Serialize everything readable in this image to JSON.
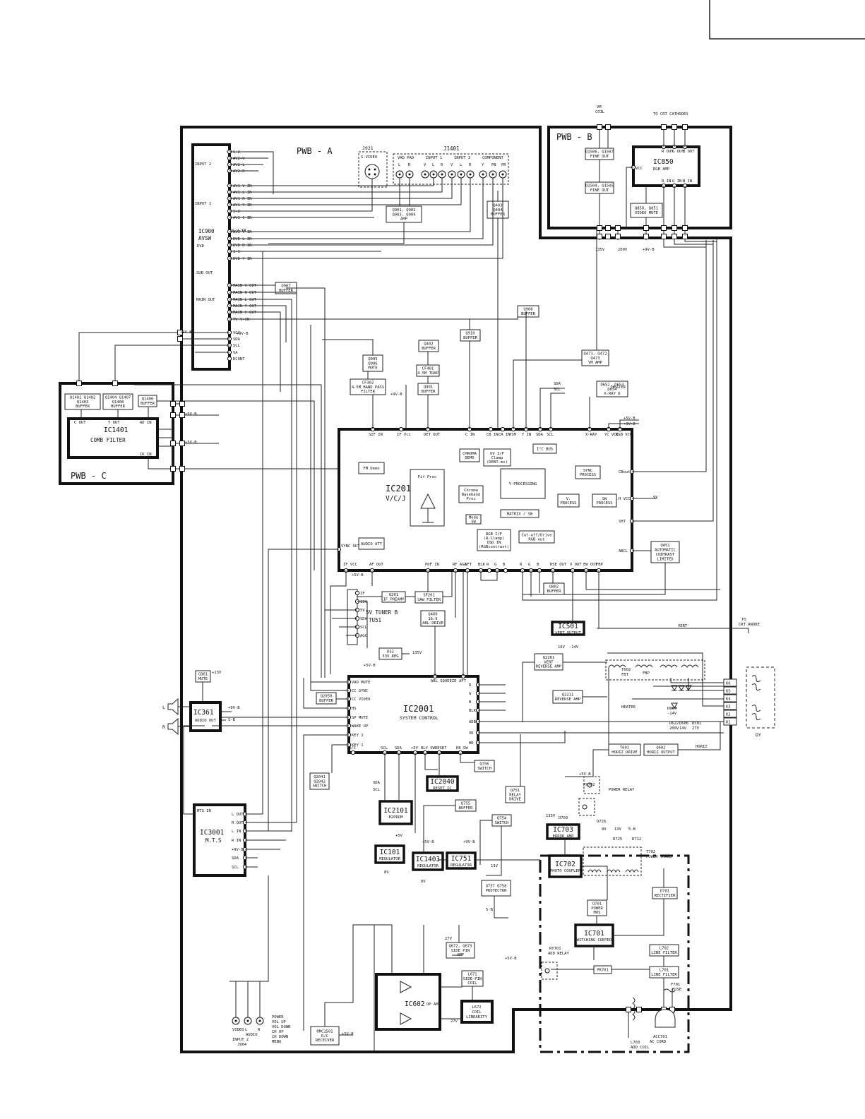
{
  "boards": {
    "pwb_a": "PWB - A",
    "pwb_b": "PWB - B",
    "pwb_c": "PWB - C"
  },
  "ics": {
    "ic900": [
      "IC900",
      "AVSW"
    ],
    "ic1401": [
      "IC1401",
      "COMB FILTER"
    ],
    "ic850": [
      "IC850",
      "RGB AMP"
    ],
    "ic201": [
      "IC201",
      "V/C/J"
    ],
    "ic2001": [
      "IC2001",
      "SYSTEM CONTROL"
    ],
    "ic361": [
      "IC361",
      "AUDIO OUT"
    ],
    "ic3001": [
      "IC3001",
      "M.T.S"
    ],
    "ic2101": [
      "IC2101",
      "E2PROM"
    ],
    "ic2040": [
      "IC2040",
      "RESET IC"
    ],
    "ic101": [
      "IC101",
      "REGULATOR"
    ],
    "ic1403": [
      "IC1403",
      "REGULATOR"
    ],
    "ic751": [
      "IC751",
      "REGULATOR"
    ],
    "ic501": [
      "IC501",
      "VERT OUTPUT"
    ],
    "ic703": [
      "IC703",
      "ERROR AMP"
    ],
    "ic702": [
      "IC702",
      "PHOTO COUPLER"
    ],
    "ic701": [
      "IC701",
      "SWITCHING CONTROL"
    ],
    "ic602": [
      "IC602",
      "OP AMP"
    ]
  },
  "ic201_blocks": {
    "fm_demo": "FM Demo",
    "pif_proc": "Pif Proc",
    "chroma_demo": [
      "CHROMA",
      "DEMO"
    ],
    "uv_if": [
      "UV I/F",
      "Clamp",
      "(DEBT-ms)"
    ],
    "chroma_baseband": [
      "Chroma",
      "Baseband",
      "Proc"
    ],
    "y_processing": "Y-PROCESSING",
    "matrix_sw": "MATRIX / SW",
    "mode_sw": [
      "Mode",
      "SW"
    ],
    "rgb_if": [
      "RGB I/F",
      "(R-Clamp)",
      "OSD IN",
      "(RGBcontrast)"
    ],
    "cutoff_drive": [
      "Cut-off/Drive",
      "RGB out"
    ],
    "i2c_bus": "I²C BUS",
    "sync_process": [
      "SYNC",
      "PROCESS"
    ],
    "v_process": [
      "V.",
      "PROCESS"
    ],
    "sw_process": [
      "SW",
      "PROCESS"
    ],
    "audio_att": "AUDIO ATT"
  },
  "ic201_pins_top": [
    "SIF IN",
    "IF Vcc",
    "DET OUT",
    "C IN",
    "CB IN",
    "CR IN",
    "YSM",
    "Y IN",
    "SDA",
    "SCL",
    "X-RAY",
    "YC VCC",
    "RGB VCC"
  ],
  "ic201_pins_bottom": [
    "IF VCC",
    "AF OUT",
    "PDF IN",
    "RF AGC",
    "AFT",
    "BLK",
    "R",
    "G",
    "B",
    "R",
    "G",
    "B",
    "HSE OUT",
    "V OUT",
    "EW OUT",
    "FBP"
  ],
  "ic201_pins_left": [
    "SYNC OUT"
  ],
  "ic201_pins_right": [
    "CBout",
    "H VCC",
    "SHT",
    "ABCL",
    "5V"
  ],
  "ic900_pins": [
    "S-2",
    "AV2-V",
    "AV2-L",
    "AV2-R",
    "AV1 V IN",
    "AV1 L IN",
    "AV1 R IN",
    "AV1 Y IN",
    "S-2",
    "AV1 C IN",
    "AV3 V IN",
    "DVD L IN",
    "DVD R IN",
    "S-1",
    "DVD Y IN",
    "MAIN V OUT",
    "MAIN R OUT",
    "MAIN L OUT",
    "MAIN Y OUT",
    "MAIN C OUT",
    "TV V-IN",
    "VCC",
    "SDA",
    "SCL",
    "VA",
    "DCONT"
  ],
  "ic900_groups": [
    "INPUT 2",
    "INPUT 1",
    "DVD",
    "SUB OUT",
    "MAIN OUT"
  ],
  "ic1401_pins": [
    "C OUT",
    "Y OUT",
    "AD IN",
    "CK IN"
  ],
  "ic2001_pins_left": [
    "VAD MUTE",
    "CC SYNC",
    "CC VIDEO",
    "HS",
    "SP MUTE",
    "WAKE UP",
    "KEY 2",
    "KEY 1"
  ],
  "ic2001_pins_top": [
    "ABL SQUEEZE",
    "AFT"
  ],
  "ic2001_pins_right": [
    "R",
    "G",
    "B",
    "BLK",
    "ADB",
    "VD",
    "HD"
  ],
  "ic2001_pins_bottom": [
    "R/C",
    "SCL",
    "SDA",
    "+5V",
    "RLY_SW",
    "RESET",
    "H8 SW"
  ],
  "ic3001_pins": [
    "MTS IN",
    "L OUT",
    "R OUT",
    "L IN",
    "R IN",
    "+9V-B",
    "SDA",
    "SCL"
  ],
  "ic850_pins": [
    "R OUT",
    "G OUT",
    "B OUT",
    "VCC",
    "R IN",
    "G IN",
    "B IN"
  ],
  "tuner": {
    "name": "5V TUNER B",
    "ref": "TU51",
    "pins": [
      "IF",
      "33V",
      "5V",
      "SDA",
      "SCL",
      "AGC"
    ]
  },
  "blocks": {
    "j921": [
      "J921",
      "S-VIDEO"
    ],
    "j1401": "J1401",
    "j1401_groups": [
      "VAD PAD",
      "INPUT 1",
      "INPUT 3",
      "COMPONENT"
    ],
    "j1401_pins": [
      "L",
      "R",
      "V",
      "L",
      "R",
      "V",
      "L",
      "R",
      "Y",
      "PB",
      "PR"
    ],
    "q901": [
      "Q901, Q902",
      "Q903, Q904",
      "AMP"
    ],
    "q403": [
      "Q403",
      "Q404",
      "BUFFER"
    ],
    "q907": [
      "Q907",
      "BUFFER"
    ],
    "q908": [
      "Q908",
      "BUFFER"
    ],
    "q910": [
      "Q910",
      "BUFFER"
    ],
    "q402": [
      "Q402",
      "BUFFER"
    ],
    "cf401": [
      "CF401",
      "4.5M TRAP"
    ],
    "q905": [
      "Q905",
      "Q906",
      "MUTE"
    ],
    "cf302": [
      "CF302",
      "4.5M BAND PASS",
      "FILTER"
    ],
    "q401": [
      "Q401",
      "BUFFER"
    ],
    "q471": [
      "Q471, Q472",
      "Q473",
      "VM AMP"
    ],
    "d652": [
      "D652, D653",
      "D654",
      "X-RAY D"
    ],
    "q1401": [
      "Q1401 Q1402",
      "Q1403",
      "BUFFER"
    ],
    "q1404": [
      "Q1404 Q1407",
      "Q1408",
      "BUFFER"
    ],
    "q1406": [
      "Q1406",
      "BUFFER"
    ],
    "q1506": [
      "Q1506, Q1507",
      "FINE OUT"
    ],
    "q1504": [
      "Q1504, Q1505",
      "FINE OUT"
    ],
    "q850": [
      "Q850, Q851",
      "VIDEO MUTE"
    ],
    "q451": [
      "Q451",
      "AUTOMATIC",
      "CONTRAST",
      "LIMITED"
    ],
    "q201": [
      "Q201",
      "IF PREAMP"
    ],
    "sf201": [
      "SF201",
      "SAW FILTER"
    ],
    "q460": [
      "Q460",
      "16:9",
      "ABL DRIVE"
    ],
    "q802": [
      "Q802",
      "BUFFER"
    ],
    "d52": [
      "D52",
      "33V REG"
    ],
    "q2201": [
      "Q2201",
      "VERT",
      "REVERSE AMP"
    ],
    "q2211": [
      "Q2211",
      "REVERSE AMP"
    ],
    "t602": [
      "T602",
      "FBT"
    ],
    "t601": [
      "T601",
      "HORIZ DRIVE"
    ],
    "q602": [
      "Q602",
      "HORIZ OUTPUT"
    ],
    "q361": [
      "Q361",
      "MUTE"
    ],
    "q2050": [
      "Q2050",
      "BUFFER"
    ],
    "q2041": [
      "Q2041",
      "Q2042",
      "SWITCH"
    ],
    "q756": [
      "Q756",
      "SWITCH"
    ],
    "q755": [
      "Q755",
      "BUFFER"
    ],
    "q751": [
      "Q751",
      "RELAY",
      "DRIVE"
    ],
    "q754": [
      "Q754",
      "SWITCH"
    ],
    "q757": [
      "Q757 Q758",
      "PROTECTOR"
    ],
    "q672": [
      "Q672, Q673",
      "SIDE PIN",
      "AMP"
    ],
    "l671": [
      "L671",
      "SIDE-PIN",
      "COIL"
    ],
    "l672": [
      "L672",
      "COIL",
      "LINEARITY"
    ],
    "rmc2501": [
      "RMC2501",
      "R/C",
      "RECEIVER"
    ],
    "q701": [
      "Q701",
      "POWER",
      "MOS"
    ],
    "d701": [
      "D701",
      "RECTIFIER"
    ],
    "l702": [
      "L702",
      "LINE FILTER"
    ],
    "l701": [
      "L701",
      "LINE FILTER"
    ],
    "pr701": "PR701",
    "f701": [
      "F701",
      "FUSE"
    ],
    "l703": [
      "L703",
      "ADD COIL"
    ],
    "acc701": [
      "ACC701",
      "AC CORD"
    ],
    "ry701": [
      "RY701",
      "ADD RELAY"
    ],
    "ry702": [
      "RY702",
      "POWER RELAY"
    ],
    "t702": [
      "T702",
      "POWER TRANS"
    ],
    "j904": [
      "VIDEO",
      "L",
      "R",
      "AUDIO",
      "INPUT 2",
      "J904"
    ],
    "dy": "DY",
    "crt_anode": [
      "TO",
      "CRT ANODE"
    ],
    "crt_cathodes": "TO CRT CATHODES",
    "vm_coil": [
      "VM",
      "COIL"
    ]
  },
  "remote_keys": [
    "POWER",
    "VOL UP",
    "VOL DOWN",
    "CH UP",
    "CH DOWN",
    "MENU"
  ],
  "dy_pins": [
    "K6",
    "K5",
    "K4",
    "K3",
    "K2",
    "K1"
  ],
  "voltages": {
    "v135": "135V",
    "v200": "200V",
    "v9vb": "+9V-B",
    "v5vb": "+5V-B",
    "v9v": "9V",
    "v13v": "+13V",
    "v33v": "33V",
    "v16v": "16V",
    "vm14v": "-14V",
    "v27v": "27V",
    "v5v": "+5V",
    "v8v": "8V",
    "v5vbs": "5-B",
    "v13": "13V",
    "heater": "HEATER",
    "vert": "VERT",
    "horiz": "HORIZ",
    "fbp": "FBP",
    "d622": [
      "D622",
      "200V"
    ],
    "d606": [
      "D606",
      "14V"
    ],
    "d501": [
      "D501",
      "27V"
    ],
    "d607": [
      "D607",
      "-14V"
    ],
    "d703": "D703",
    "d725": "D725",
    "d712": "D712",
    "d726": "D726",
    "v135b": "135V",
    "v9vbs": "+9V-B"
  },
  "misc": {
    "sda": "SDA",
    "scl": "SCL",
    "tv_v_in": "TV_V-IN",
    "vm": "VM",
    "heater_out": "HEATER",
    "b5vb": "+5V-B",
    "s_b": "S-B"
  }
}
